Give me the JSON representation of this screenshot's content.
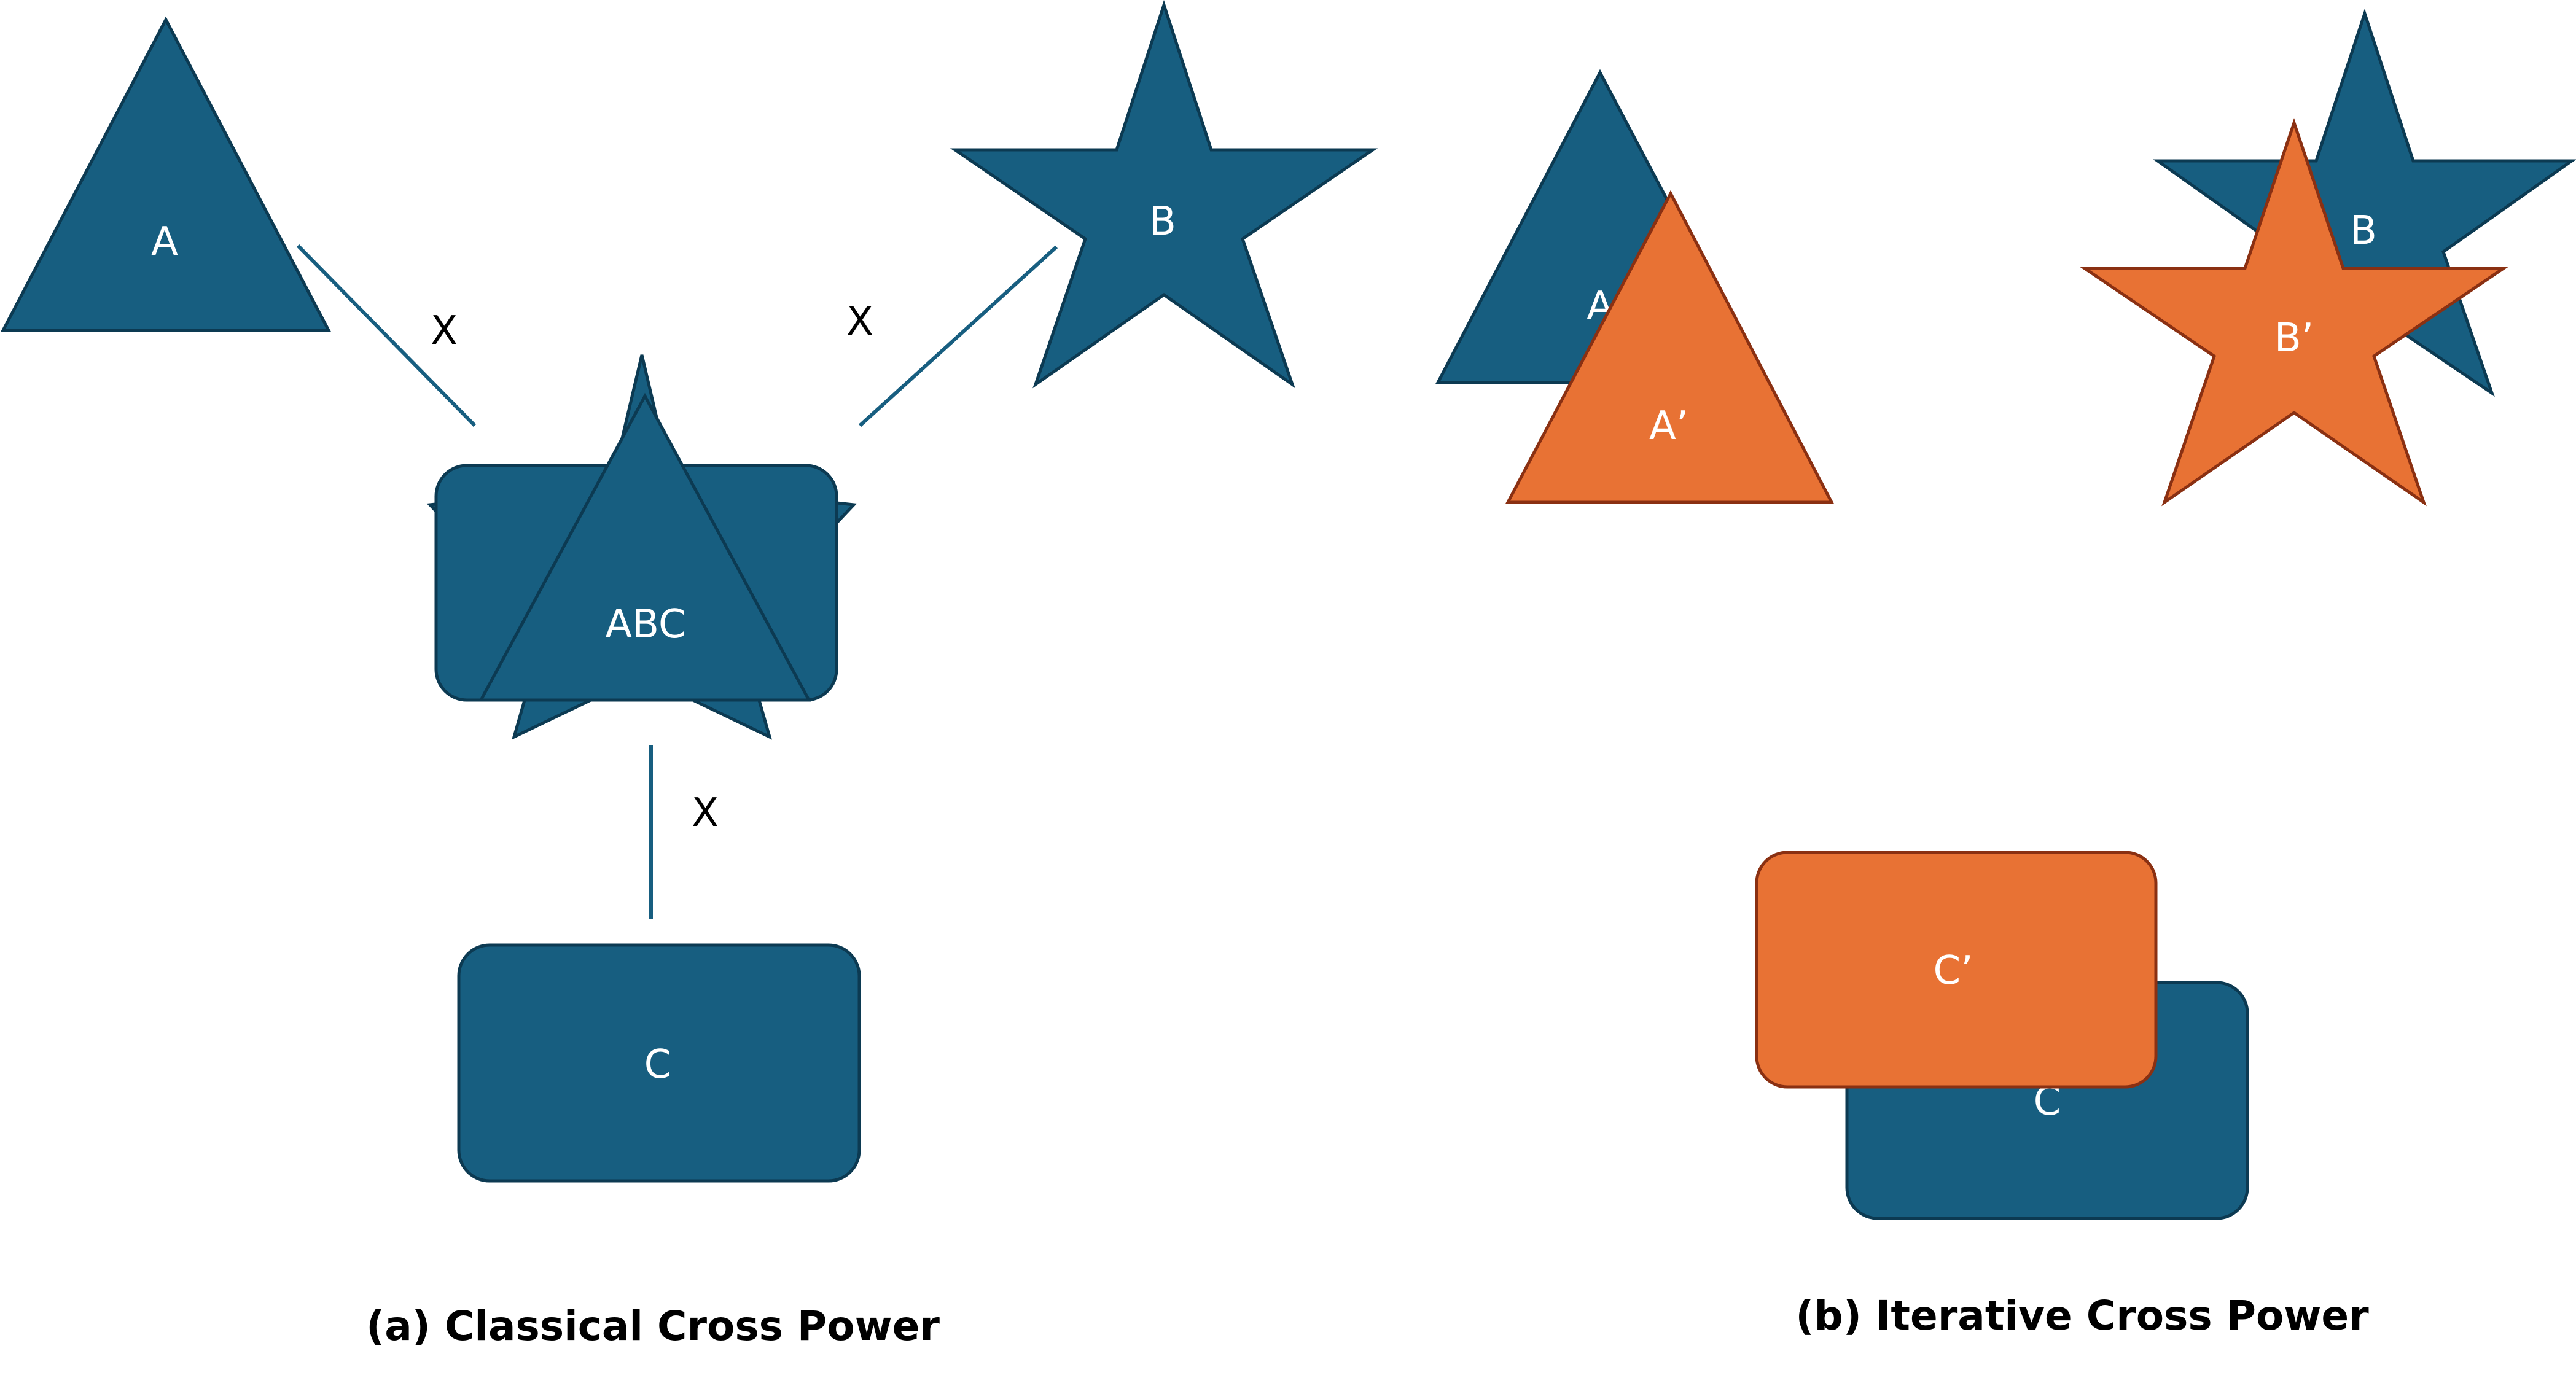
{
  "colors": {
    "blue_fill": "#175e80",
    "blue_stroke": "#0c3a52",
    "orange_fill": "#e87234",
    "orange_stroke": "#8a3012",
    "connector": "#175e80",
    "text_on_shape": "#ffffff",
    "text_plain": "#000000",
    "background": "#ffffff"
  },
  "panel_a": {
    "caption": "(a) Classical Cross Power",
    "shape_a": {
      "kind": "triangle",
      "label": "A"
    },
    "shape_b": {
      "kind": "star",
      "label": "B"
    },
    "shape_c": {
      "kind": "rounded-rectangle",
      "label": "C"
    },
    "combined": {
      "kind": "rectangle + star + triangle overlay",
      "label": "ABC"
    },
    "operator_ac": "X",
    "operator_bc": "X",
    "operator_cc": "X"
  },
  "panel_b": {
    "caption": "(b) Iterative Cross Power",
    "shape_a": {
      "kind": "triangle",
      "label": "A"
    },
    "shape_a_prime": {
      "kind": "triangle",
      "label": "A’"
    },
    "shape_b": {
      "kind": "star",
      "label": "B"
    },
    "shape_b_prime": {
      "kind": "star",
      "label": "B’"
    },
    "shape_c": {
      "kind": "rounded-rectangle",
      "label": "C"
    },
    "shape_c_prime": {
      "kind": "rounded-rectangle",
      "label": "C’"
    }
  }
}
